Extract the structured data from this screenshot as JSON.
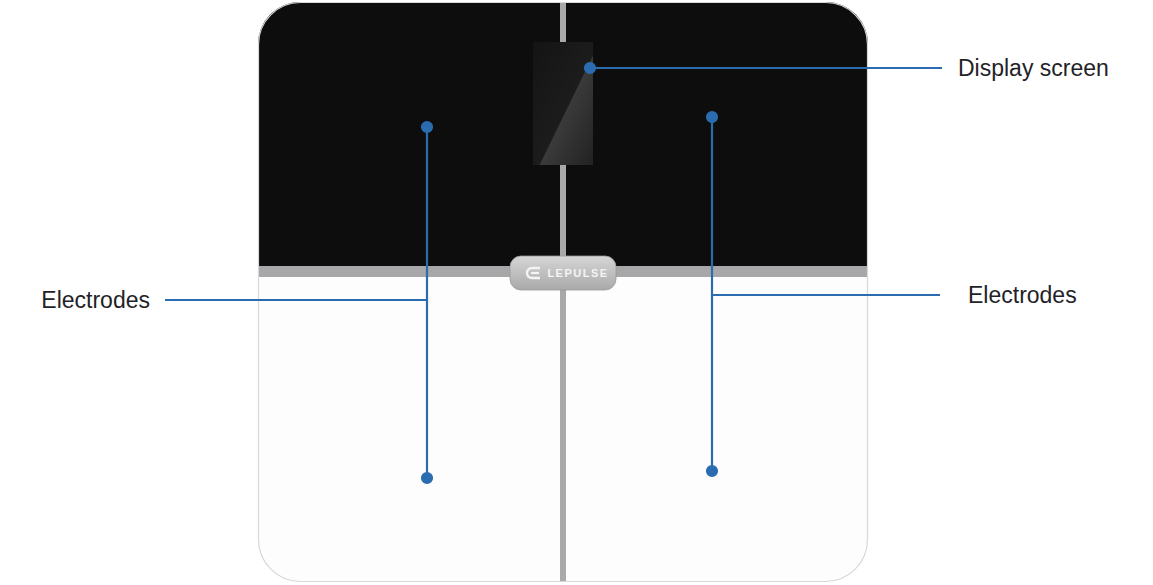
{
  "diagram": {
    "labels": [
      "Display screen",
      "Electrodes",
      "Electrodes",
      "LEPULSE"
    ]
  }
}
